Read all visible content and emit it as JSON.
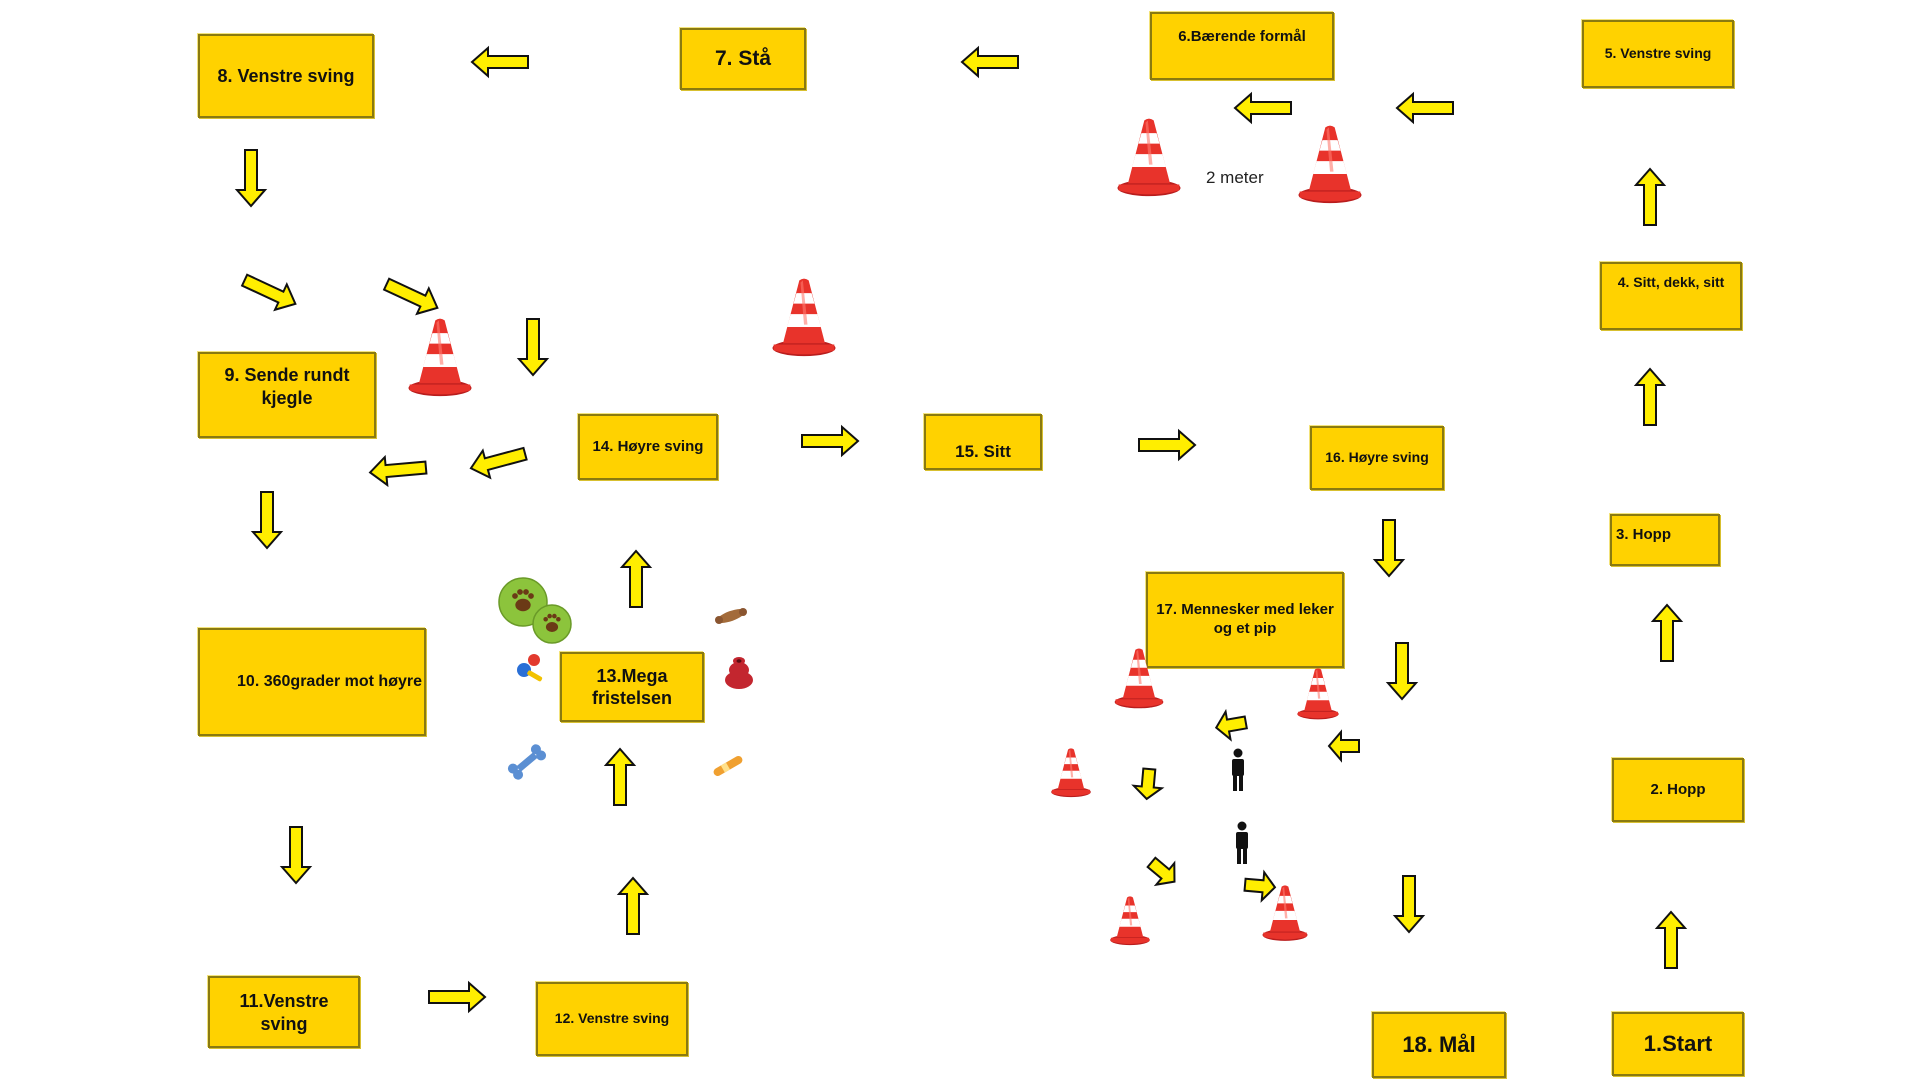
{
  "stations": {
    "s1": "1.Start",
    "s2": "2. Hopp",
    "s3": "3. Hopp",
    "s4": "4. Sitt, dekk, sitt",
    "s5": "5. Venstre sving",
    "s6": "6.Bærende formål",
    "s7": "7. Stå",
    "s8": "8. Venstre sving",
    "s9": "9. Sende rundt kjegle",
    "s10": "10.  360grader mot høyre",
    "s11": "11.Venstre sving",
    "s12": "12. Venstre sving",
    "s13": "13.Mega fristelsen",
    "s14": "14. Høyre sving",
    "s15": "15. Sitt",
    "s16": "16. Høyre sving",
    "s17": "17. Mennesker med leker og et pip",
    "s18": "18. Mål"
  },
  "distance_label": "2 meter",
  "colors": {
    "sign": "#ffd200",
    "arrow": "#ffee00",
    "cone": "#e8332b"
  },
  "icons": [
    "traffic-cone-icon",
    "arrow-icon",
    "person-icon",
    "tennis-ball-icon",
    "bone-icon",
    "toy-icon"
  ]
}
